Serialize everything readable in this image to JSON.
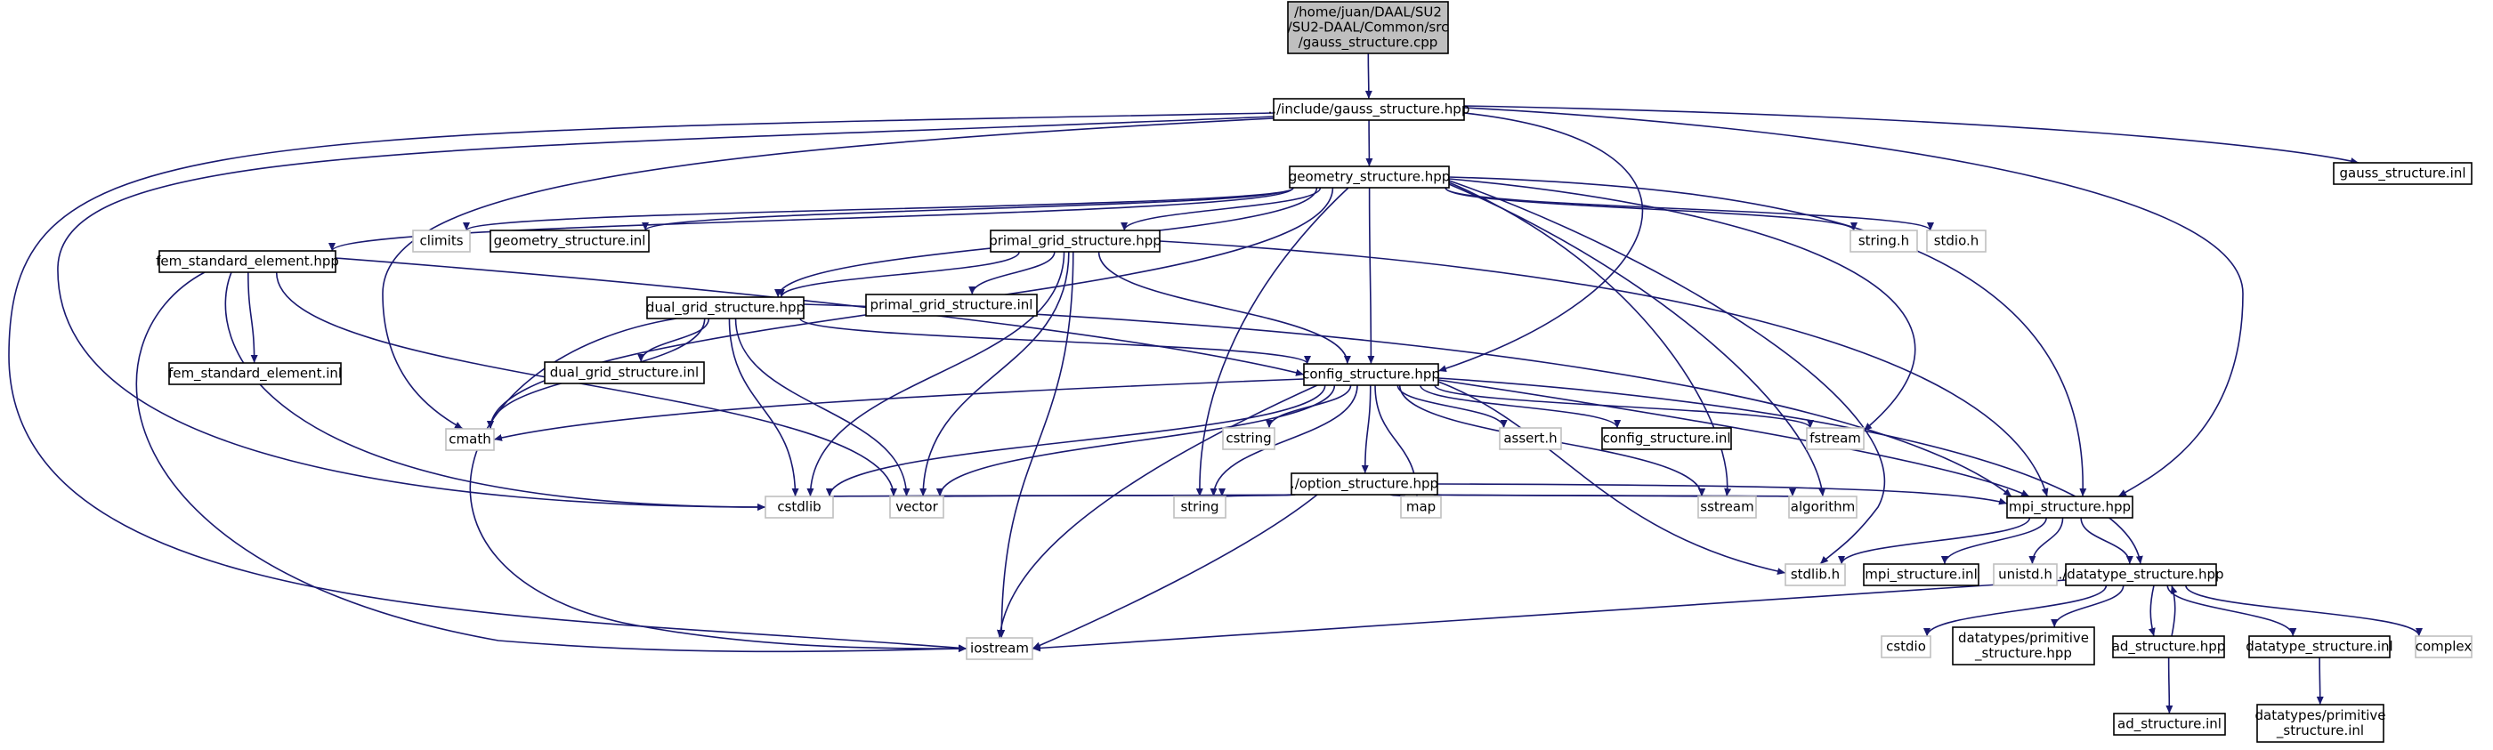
{
  "colors": {
    "edge": "#191970",
    "node_border": "#000000",
    "system_border": "#bfbfbf",
    "root_fill": "#bfbfbf"
  },
  "nodes": [
    {
      "id": "root",
      "lines": [
        "/home/juan/DAAL/SU2",
        "/SU2-DAAL/Common/src",
        "/gauss_structure.cpp"
      ],
      "kind": "root"
    },
    {
      "id": "gauss_hpp",
      "lines": [
        "../include/gauss_structure.hpp"
      ],
      "kind": "local"
    },
    {
      "id": "geometry_hpp",
      "lines": [
        "geometry_structure.hpp"
      ],
      "kind": "local"
    },
    {
      "id": "gauss_inl",
      "lines": [
        "gauss_structure.inl"
      ],
      "kind": "local"
    },
    {
      "id": "climits",
      "lines": [
        "climits"
      ],
      "kind": "system"
    },
    {
      "id": "geometry_inl",
      "lines": [
        "geometry_structure.inl"
      ],
      "kind": "local"
    },
    {
      "id": "primal_hpp",
      "lines": [
        "primal_grid_structure.hpp"
      ],
      "kind": "local"
    },
    {
      "id": "string_h",
      "lines": [
        "string.h"
      ],
      "kind": "system"
    },
    {
      "id": "stdio_h",
      "lines": [
        "stdio.h"
      ],
      "kind": "system"
    },
    {
      "id": "fem_hpp",
      "lines": [
        "fem_standard_element.hpp"
      ],
      "kind": "local"
    },
    {
      "id": "dual_hpp",
      "lines": [
        "dual_grid_structure.hpp"
      ],
      "kind": "local"
    },
    {
      "id": "primal_inl",
      "lines": [
        "primal_grid_structure.inl"
      ],
      "kind": "local"
    },
    {
      "id": "fem_inl",
      "lines": [
        "fem_standard_element.inl"
      ],
      "kind": "local"
    },
    {
      "id": "dual_inl",
      "lines": [
        "dual_grid_structure.inl"
      ],
      "kind": "local"
    },
    {
      "id": "config_hpp",
      "lines": [
        "config_structure.hpp"
      ],
      "kind": "local"
    },
    {
      "id": "cmath",
      "lines": [
        "cmath"
      ],
      "kind": "system"
    },
    {
      "id": "cstring",
      "lines": [
        "cstring"
      ],
      "kind": "system"
    },
    {
      "id": "assert_h",
      "lines": [
        "assert.h"
      ],
      "kind": "system"
    },
    {
      "id": "config_inl",
      "lines": [
        "config_structure.inl"
      ],
      "kind": "local"
    },
    {
      "id": "fstream",
      "lines": [
        "fstream"
      ],
      "kind": "system"
    },
    {
      "id": "option_hpp",
      "lines": [
        "./option_structure.hpp"
      ],
      "kind": "local"
    },
    {
      "id": "cstdlib",
      "lines": [
        "cstdlib"
      ],
      "kind": "system"
    },
    {
      "id": "vector",
      "lines": [
        "vector"
      ],
      "kind": "system"
    },
    {
      "id": "string",
      "lines": [
        "string"
      ],
      "kind": "system"
    },
    {
      "id": "map",
      "lines": [
        "map"
      ],
      "kind": "system"
    },
    {
      "id": "sstream",
      "lines": [
        "sstream"
      ],
      "kind": "system"
    },
    {
      "id": "algorithm",
      "lines": [
        "algorithm"
      ],
      "kind": "system"
    },
    {
      "id": "mpi_hpp",
      "lines": [
        "mpi_structure.hpp"
      ],
      "kind": "local"
    },
    {
      "id": "stdlib_h",
      "lines": [
        "stdlib.h"
      ],
      "kind": "system"
    },
    {
      "id": "mpi_inl",
      "lines": [
        "mpi_structure.inl"
      ],
      "kind": "local"
    },
    {
      "id": "unistd_h",
      "lines": [
        "unistd.h"
      ],
      "kind": "system"
    },
    {
      "id": "datatype_hpp",
      "lines": [
        "./datatype_structure.hpp"
      ],
      "kind": "local"
    },
    {
      "id": "iostream",
      "lines": [
        "iostream"
      ],
      "kind": "system"
    },
    {
      "id": "cstdio",
      "lines": [
        "cstdio"
      ],
      "kind": "system"
    },
    {
      "id": "prim_hpp",
      "lines": [
        "datatypes/primitive",
        "_structure.hpp"
      ],
      "kind": "local"
    },
    {
      "id": "ad_hpp",
      "lines": [
        "ad_structure.hpp"
      ],
      "kind": "local"
    },
    {
      "id": "datatype_inl",
      "lines": [
        "datatype_structure.inl"
      ],
      "kind": "local"
    },
    {
      "id": "complex",
      "lines": [
        "complex"
      ],
      "kind": "system"
    },
    {
      "id": "ad_inl",
      "lines": [
        "ad_structure.inl"
      ],
      "kind": "local"
    },
    {
      "id": "prim_inl",
      "lines": [
        "datatypes/primitive",
        "_structure.inl"
      ],
      "kind": "local"
    }
  ],
  "edges": [
    [
      "root",
      "gauss_hpp"
    ],
    [
      "gauss_hpp",
      "geometry_hpp"
    ],
    [
      "gauss_hpp",
      "gauss_inl"
    ],
    [
      "gauss_hpp",
      "cmath"
    ],
    [
      "gauss_hpp",
      "cstdlib"
    ],
    [
      "gauss_hpp",
      "iostream"
    ],
    [
      "gauss_hpp",
      "config_hpp"
    ],
    [
      "gauss_hpp",
      "mpi_hpp"
    ],
    [
      "geometry_hpp",
      "climits"
    ],
    [
      "geometry_hpp",
      "geometry_inl"
    ],
    [
      "geometry_hpp",
      "primal_hpp"
    ],
    [
      "geometry_hpp",
      "string_h"
    ],
    [
      "geometry_hpp",
      "stdio_h"
    ],
    [
      "geometry_hpp",
      "fem_hpp"
    ],
    [
      "geometry_hpp",
      "dual_hpp"
    ],
    [
      "geometry_hpp",
      "config_hpp"
    ],
    [
      "geometry_hpp",
      "cmath"
    ],
    [
      "geometry_hpp",
      "string"
    ],
    [
      "geometry_hpp",
      "fstream"
    ],
    [
      "geometry_hpp",
      "mpi_hpp"
    ],
    [
      "geometry_hpp",
      "sstream"
    ],
    [
      "geometry_hpp",
      "algorithm"
    ],
    [
      "geometry_hpp",
      "stdlib_h"
    ],
    [
      "primal_hpp",
      "dual_hpp"
    ],
    [
      "primal_hpp",
      "primal_inl"
    ],
    [
      "primal_hpp",
      "config_hpp"
    ],
    [
      "primal_hpp",
      "cstdlib"
    ],
    [
      "primal_hpp",
      "vector"
    ],
    [
      "primal_hpp",
      "iostream"
    ],
    [
      "primal_hpp",
      "mpi_hpp"
    ],
    [
      "fem_hpp",
      "fem_inl"
    ],
    [
      "fem_hpp",
      "config_hpp"
    ],
    [
      "fem_hpp",
      "cstdlib"
    ],
    [
      "fem_hpp",
      "vector"
    ],
    [
      "fem_hpp",
      "iostream"
    ],
    [
      "dual_hpp",
      "dual_inl"
    ],
    [
      "dual_hpp",
      "config_hpp"
    ],
    [
      "dual_hpp",
      "cmath"
    ],
    [
      "dual_hpp",
      "cstdlib"
    ],
    [
      "dual_hpp",
      "vector"
    ],
    [
      "dual_hpp",
      "iostream"
    ],
    [
      "dual_hpp",
      "mpi_hpp"
    ],
    [
      "config_hpp",
      "cmath"
    ],
    [
      "config_hpp",
      "cstring"
    ],
    [
      "config_hpp",
      "option_hpp"
    ],
    [
      "config_hpp",
      "assert_h"
    ],
    [
      "config_hpp",
      "config_inl"
    ],
    [
      "config_hpp",
      "fstream"
    ],
    [
      "config_hpp",
      "cstdlib"
    ],
    [
      "config_hpp",
      "vector"
    ],
    [
      "config_hpp",
      "string"
    ],
    [
      "config_hpp",
      "map"
    ],
    [
      "config_hpp",
      "sstream"
    ],
    [
      "config_hpp",
      "iostream"
    ],
    [
      "config_hpp",
      "stdlib_h"
    ],
    [
      "config_hpp",
      "mpi_hpp"
    ],
    [
      "config_hpp",
      "datatype_hpp"
    ],
    [
      "option_hpp",
      "cstdlib"
    ],
    [
      "option_hpp",
      "vector"
    ],
    [
      "option_hpp",
      "string"
    ],
    [
      "option_hpp",
      "map"
    ],
    [
      "option_hpp",
      "sstream"
    ],
    [
      "option_hpp",
      "algorithm"
    ],
    [
      "option_hpp",
      "mpi_hpp"
    ],
    [
      "option_hpp",
      "iostream"
    ],
    [
      "mpi_hpp",
      "stdlib_h"
    ],
    [
      "mpi_hpp",
      "mpi_inl"
    ],
    [
      "mpi_hpp",
      "unistd_h"
    ],
    [
      "mpi_hpp",
      "datatype_hpp"
    ],
    [
      "datatype_hpp",
      "iostream"
    ],
    [
      "datatype_hpp",
      "cstdio"
    ],
    [
      "datatype_hpp",
      "prim_hpp"
    ],
    [
      "datatype_hpp",
      "ad_hpp"
    ],
    [
      "datatype_hpp",
      "datatype_inl"
    ],
    [
      "datatype_hpp",
      "complex"
    ],
    [
      "ad_hpp",
      "datatype_hpp"
    ],
    [
      "ad_hpp",
      "ad_inl"
    ],
    [
      "datatype_inl",
      "prim_inl"
    ]
  ]
}
